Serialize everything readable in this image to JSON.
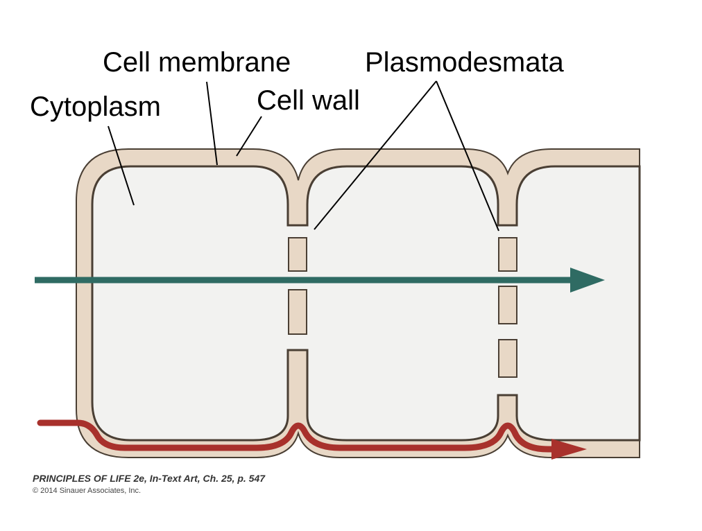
{
  "labels": {
    "cell_membrane": "Cell membrane",
    "plasmodesmata": "Plasmodesmata",
    "cytoplasm": "Cytoplasm",
    "cell_wall": "Cell wall"
  },
  "credit": {
    "title": "PRINCIPLES OF LIFE 2e, In-Text Art, Ch. 25, p. 547",
    "copyright": "© 2014 Sinauer Associates, Inc."
  },
  "colors": {
    "wall_fill": "#e8d8c6",
    "wall_outline": "#4a3f34",
    "cytoplasm_fill": "#f2f2f0",
    "symplastic_arrow": "#2f6b63",
    "apoplastic_arrow": "#a8312c"
  }
}
